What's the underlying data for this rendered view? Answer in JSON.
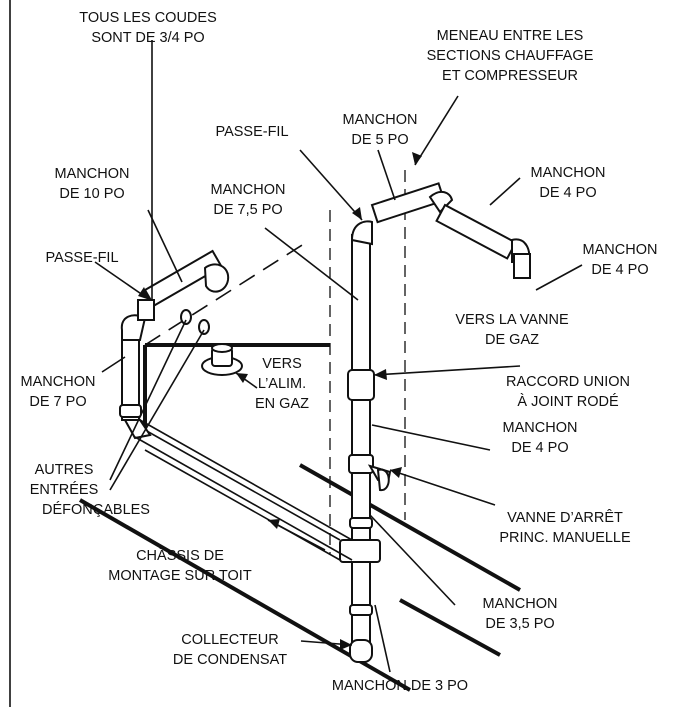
{
  "labels": {
    "elbows_1": "TOUS LES COUDES",
    "elbows_2": "SONT DE 3/4 PO",
    "mullion_1": "MENEAU ENTRE LES",
    "mullion_2": "SECTIONS CHAUFFAGE",
    "mullion_3": "ET COMPRESSEUR",
    "passe_fil_right": "PASSE-FIL",
    "manchon5_1": "MANCHON",
    "manchon5_2": "DE 5 PO",
    "manchon10_1": "MANCHON",
    "manchon10_2": "DE 10 PO",
    "manchon75_1": "MANCHON",
    "manchon75_2": "DE 7,5 PO",
    "manchon4a_1": "MANCHON",
    "manchon4a_2": "DE 4 PO",
    "manchon4b_1": "MANCHON",
    "manchon4b_2": "DE 4 PO",
    "passe_fil_left": "PASSE-FIL",
    "gas_valve_1": "VERS LA VANNE",
    "gas_valve_2": "DE GAZ",
    "gas_supply_1": "VERS",
    "gas_supply_2": "L’ALIM.",
    "gas_supply_3": "EN GAZ",
    "union_1": "RACCORD UNION",
    "union_2": "À JOINT RODÉ",
    "manchon7_1": "MANCHON",
    "manchon7_2": "DE 7 PO",
    "manchon4c_1": "MANCHON",
    "manchon4c_2": "DE 4 PO",
    "knockouts_1": "AUTRES",
    "knockouts_2": "ENTRÉES",
    "knockouts_3": "DÉFONÇABLES",
    "shutoff_1": "VANNE D’ARRÊT",
    "shutoff_2": "PRINC. MANUELLE",
    "curb_1": "CHÂSSIS DE",
    "curb_2": "MONTAGE SUR TOIT",
    "manchon35_1": "MANCHON",
    "manchon35_2": "DE 3,5 PO",
    "drip_1": "COLLECTEUR",
    "drip_2": "DE CONDENSAT",
    "manchon3": "MANCHON DE 3 PO"
  }
}
